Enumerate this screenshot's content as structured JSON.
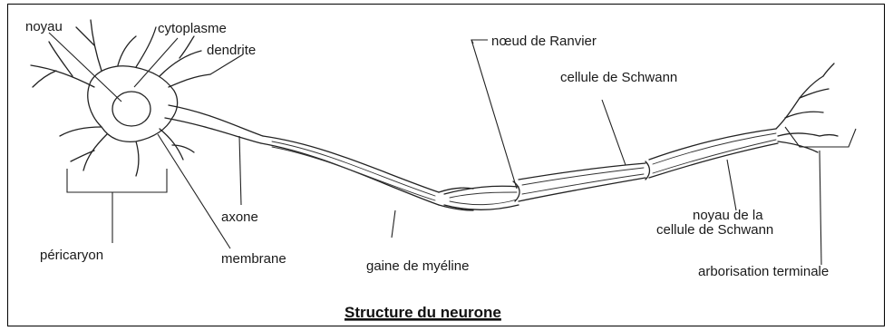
{
  "title": "Structure du neurone",
  "labels": {
    "noyau": "noyau",
    "cytoplasme": "cytoplasme",
    "dendrite": "dendrite",
    "noeud": "nœud de Ranvier",
    "cellule_schwann": "cellule de Schwann",
    "axone": "axone",
    "pericaryon": "péricaryon",
    "membrane": "membrane",
    "gaine": "gaine de myéline",
    "noyau_schwann_1": "noyau de la",
    "noyau_schwann_2": "cellule de Schwann",
    "arborisation": "arborisation terminale"
  }
}
